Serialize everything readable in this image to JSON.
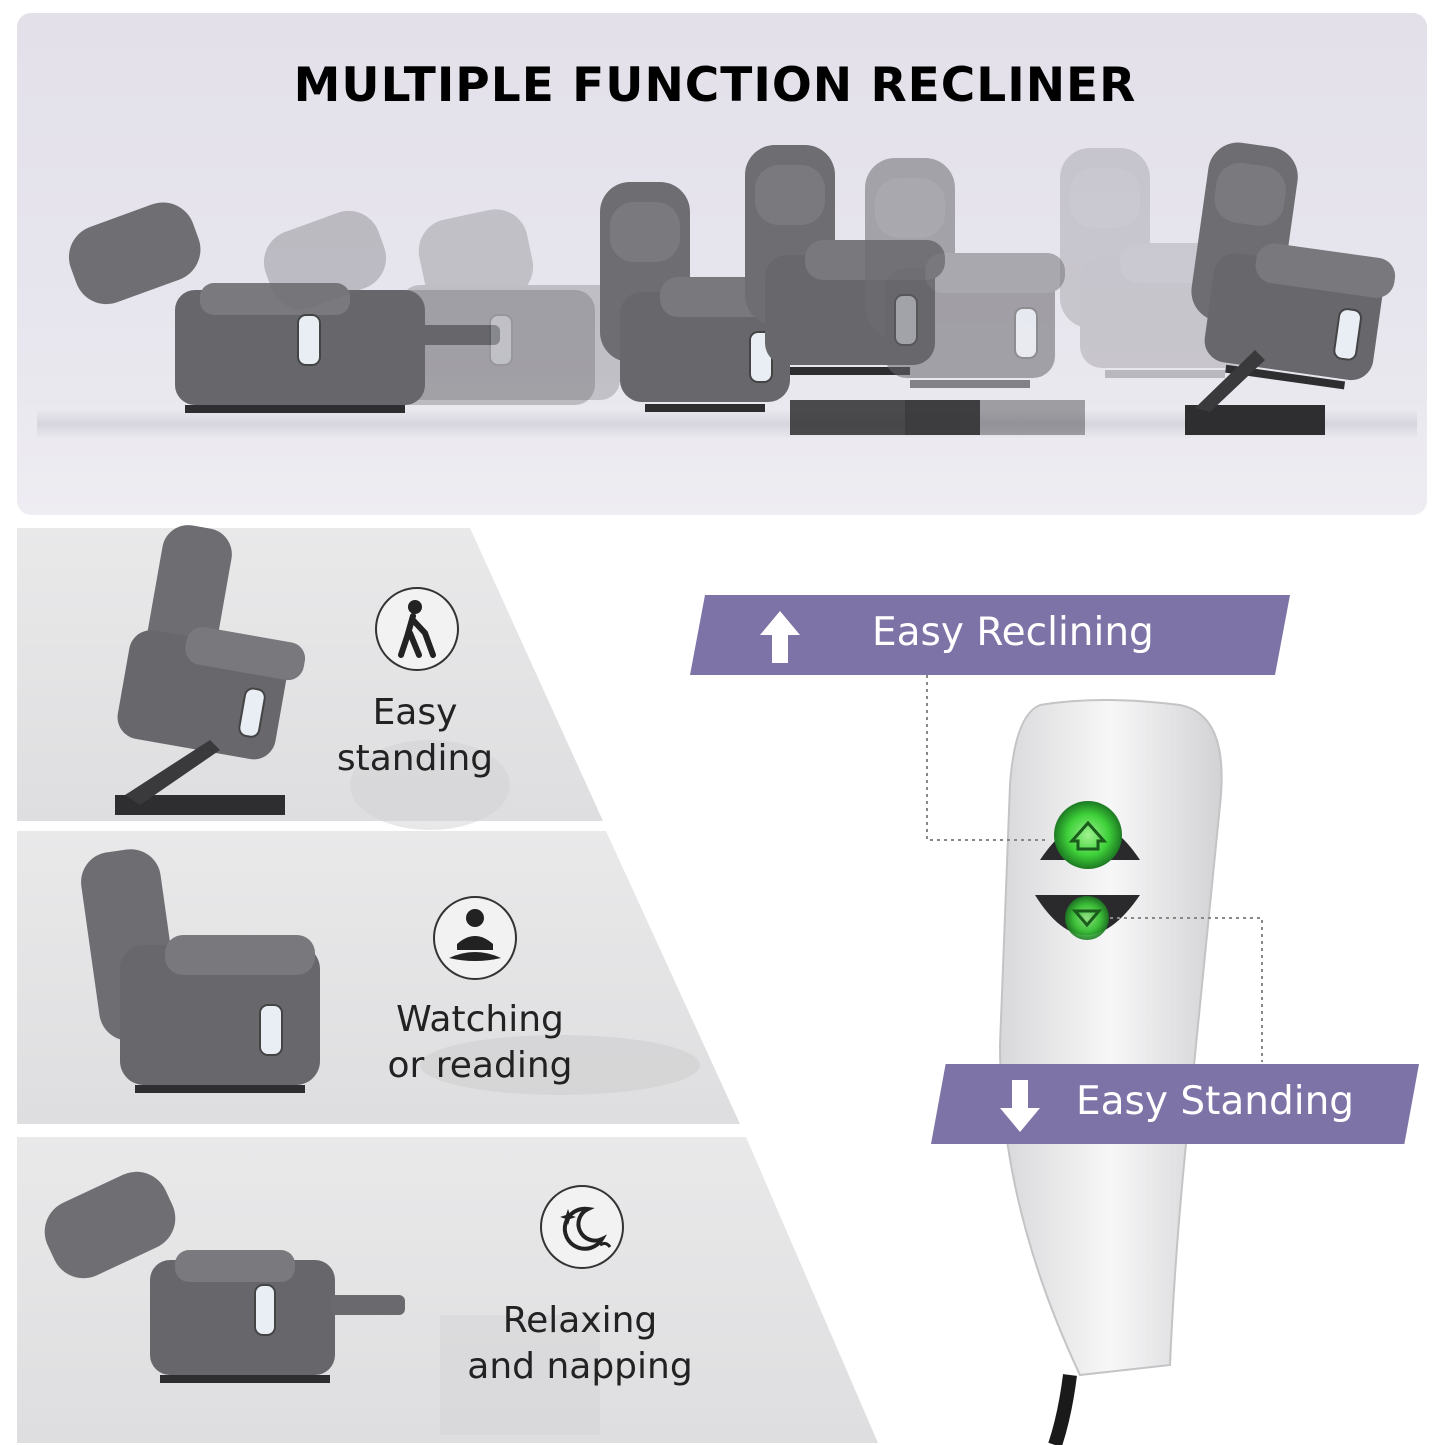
{
  "header": {
    "title": "MULTIPLE FUNCTION RECLINER"
  },
  "features": [
    {
      "label": "Easy\nstanding",
      "icon": "walking-cane-icon"
    },
    {
      "label": "Watching\nor reading",
      "icon": "meditation-person-icon"
    },
    {
      "label": "Relaxing\nand napping",
      "icon": "moon-stars-icon"
    }
  ],
  "remote": {
    "top_banner": "Easy Reclining",
    "bottom_banner": "Easy Standing",
    "up_button_icon": "up-arrow-icon",
    "down_button_icon": "down-arrow-icon"
  },
  "colors": {
    "banner": "#7d73a6",
    "fabric": "#6e6d72",
    "button_glow": "#3fd13a"
  }
}
